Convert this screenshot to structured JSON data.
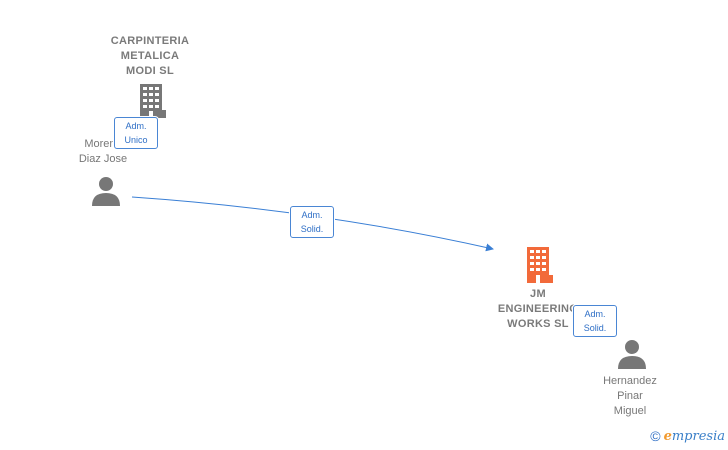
{
  "nodes": {
    "carpinteria": {
      "label": "CARPINTERIA\nMETALICA\nMODI SL",
      "type": "company",
      "color": "#777777"
    },
    "moreno": {
      "label": "Moreno\nDiaz Jose",
      "type": "person",
      "color": "#777777"
    },
    "jm": {
      "label": "JM\nENGINEERING\nWORKS  SL",
      "type": "company",
      "color": "#f26a3a"
    },
    "hernandez": {
      "label": "Hernandez\nPinar\nMiguel",
      "type": "person",
      "color": "#777777"
    }
  },
  "edges": [
    {
      "from": "moreno",
      "to": "carpinteria",
      "label": "Adm.\nUnico"
    },
    {
      "from": "moreno",
      "to": "jm",
      "label": "Adm.\nSolid."
    },
    {
      "from": "hernandez",
      "to": "jm",
      "label": "Adm.\nSolid."
    }
  ],
  "brand": {
    "copyright": "©",
    "initial": "e",
    "name": "mpresia"
  },
  "colors": {
    "edge": "#3a7fd5",
    "badge_border": "#4a86d4",
    "badge_text": "#2f6fc6"
  }
}
